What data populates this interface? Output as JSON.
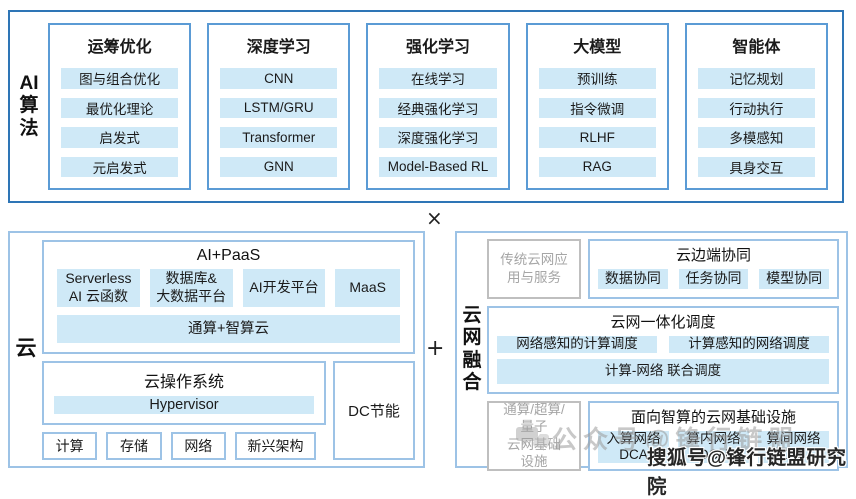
{
  "symbols": {
    "times": "×",
    "plus": "+"
  },
  "colors": {
    "outer_border_dark": "#2E75B6",
    "column_border": "#5B9BD5",
    "light_border": "#9DC3E6",
    "light_fill": "#CFE9F7",
    "gray_border": "#BFBFBF",
    "gray_text": "#A6A6A6"
  },
  "ai_algorithms": {
    "label": "AI\n算\n法",
    "columns": [
      {
        "title": "运筹优化",
        "items": [
          "图与组合优化",
          "最优化理论",
          "启发式",
          "元启发式"
        ]
      },
      {
        "title": "深度学习",
        "items": [
          "CNN",
          "LSTM/GRU",
          "Transformer",
          "GNN"
        ]
      },
      {
        "title": "强化学习",
        "items": [
          "在线学习",
          "经典强化学习",
          "深度强化学习",
          "Model-Based RL"
        ]
      },
      {
        "title": "大模型",
        "items": [
          "预训练",
          "指令微调",
          "RLHF",
          "RAG"
        ]
      },
      {
        "title": "智能体",
        "items": [
          "记忆规划",
          "行动执行",
          "多模感知",
          "具身交互"
        ]
      }
    ]
  },
  "cloud": {
    "label": "云",
    "ai_paas": {
      "title": "AI+PaaS",
      "items": [
        "Serverless\nAI 云函数",
        "数据库&\n大数据平台",
        "AI开发平台",
        "MaaS"
      ],
      "bar": "通算+智算云"
    },
    "cloud_os": {
      "title": "云操作系统",
      "bar": "Hypervisor"
    },
    "dc_label": "DC节能",
    "infra_items": [
      "计算",
      "存储",
      "网络",
      "新兴架构"
    ]
  },
  "fusion": {
    "label": "云\n网\n融\n合",
    "legacy_apps": "传统云网应\n用与服务",
    "edge": {
      "title": "云边端协同",
      "items": [
        "数据协同",
        "任务协同",
        "模型协同"
      ]
    },
    "scheduling": {
      "title": "云网一体化调度",
      "items": [
        "网络感知的计算调度",
        "计算感知的网络调度"
      ],
      "bar": "计算-网络 联合调度"
    },
    "legacy_infra": "通算/超算/\n量子\n云网基础\n设施",
    "smart_infra": {
      "title": "面向智算的云网基础设施",
      "items": [
        "入算网络\nDCA",
        "算内网络\nDCN",
        "算间网络\nDCI"
      ]
    }
  },
  "watermarks": {
    "faint": "公众号@锋行链盟",
    "main": "搜狐号@锋行链盟研究院"
  }
}
